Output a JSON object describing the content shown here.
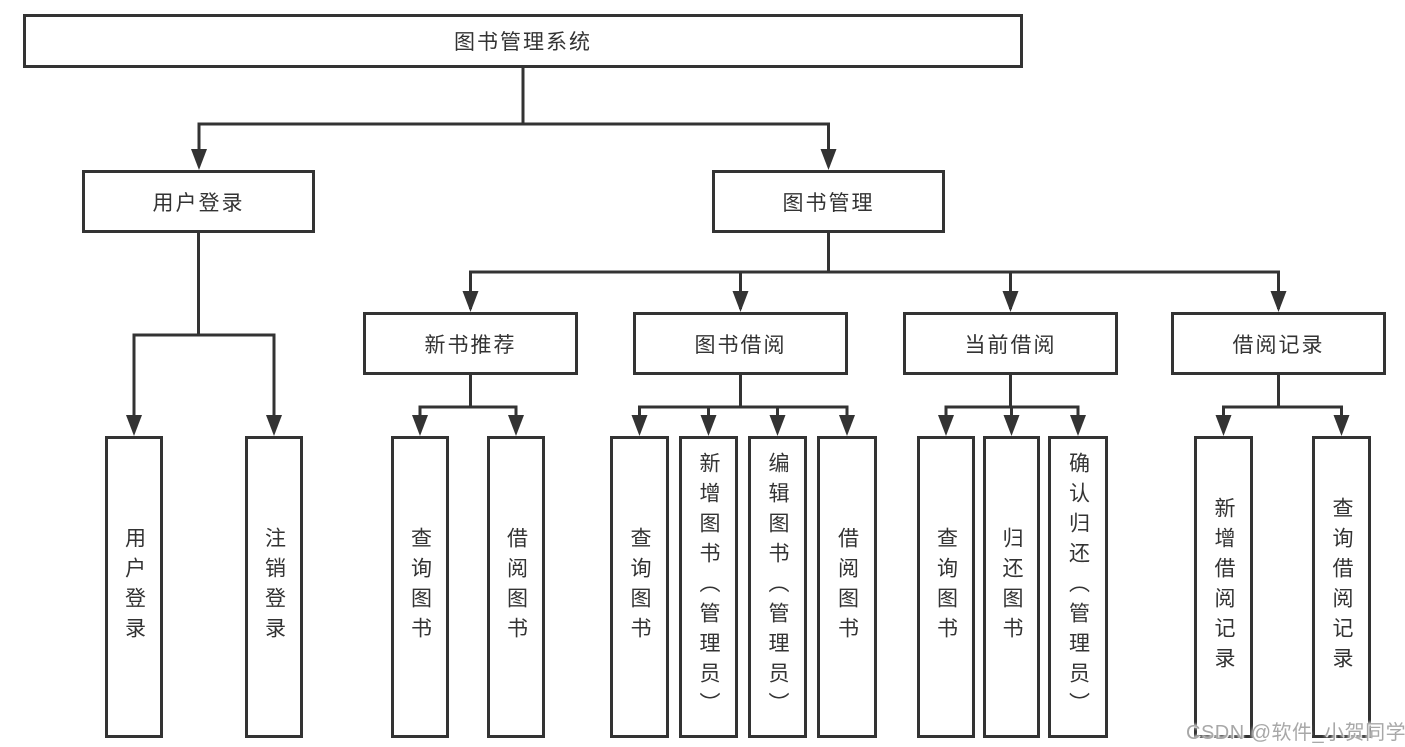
{
  "style": {
    "line_color": "#333333",
    "text_color": "#333333",
    "box_fill": "#ffffff",
    "background": "#ffffff",
    "watermark_color": "#a8a8a8"
  },
  "root": {
    "label": "图书管理系统"
  },
  "login": {
    "label": "用户登录",
    "children": [
      {
        "label": "用户登录"
      },
      {
        "label": "注销登录"
      }
    ]
  },
  "manage": {
    "label": "图书管理",
    "children": [
      {
        "label": "新书推荐",
        "children": [
          {
            "label": "查询图书"
          },
          {
            "label": "借阅图书"
          }
        ]
      },
      {
        "label": "图书借阅",
        "children": [
          {
            "label": "查询图书"
          },
          {
            "label": "新增图书（管理员）"
          },
          {
            "label": "编辑图书（管理员）"
          },
          {
            "label": "借阅图书"
          }
        ]
      },
      {
        "label": "当前借阅",
        "children": [
          {
            "label": "查询图书"
          },
          {
            "label": "归还图书"
          },
          {
            "label": "确认归还（管理员）"
          }
        ]
      },
      {
        "label": "借阅记录",
        "children": [
          {
            "label": "新增借阅记录"
          },
          {
            "label": "查询借阅记录"
          }
        ]
      }
    ]
  },
  "watermark": {
    "text": "CSDN @软件_小贺同学"
  }
}
